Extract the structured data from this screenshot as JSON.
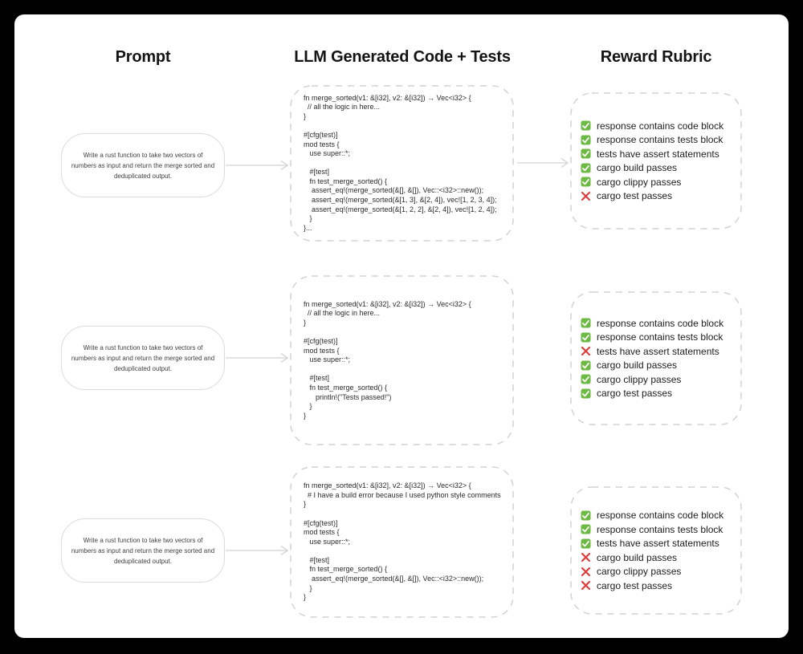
{
  "headers": {
    "prompt": "Prompt",
    "code": "LLM Generated Code + Tests",
    "rubric": "Reward Rubric"
  },
  "colors": {
    "check_green": "#6cb944",
    "cross_red": "#e03c3c",
    "box_border_gray": "#dcdcdc",
    "dashed_gray": "#d2d2d2",
    "arrow_gray": "#d3d3d3",
    "card_background": "#ffffff",
    "page_background": "#000000"
  },
  "rows": [
    {
      "prompt": {
        "text": "Write a rust function to take two vectors of\nnumbers as input and return the merge sorted and\ndeduplicated output."
      },
      "code": "fn merge_sorted(v1: &[i32], v2: &[i32]) → Vec<i32> {\n  // all the logic in here...\n}\n\n#[cfg(test)]\nmod tests {\n   use super::*;\n\n   #[test]\n   fn test_merge_sorted() {\n    assert_eq!(merge_sorted(&[], &[]), Vec::<i32>::new());\n    assert_eq!(merge_sorted(&[1, 3], &[2, 4]), vec![1, 2, 3, 4]);\n    assert_eq!(merge_sorted(&[1, 2, 2], &[2, 4]), vec![1, 2, 4]);\n   }\n}...",
      "rubric": {
        "items": [
          {
            "status": "pass",
            "label": "response contains code block"
          },
          {
            "status": "pass",
            "label": "response contains tests block"
          },
          {
            "status": "pass",
            "label": "tests have assert statements"
          },
          {
            "status": "pass",
            "label": "cargo build passes"
          },
          {
            "status": "pass",
            "label": "cargo clippy passes"
          },
          {
            "status": "fail",
            "label": "cargo test passes"
          }
        ]
      }
    },
    {
      "prompt": {
        "text": "Write a rust function to take two vectors of\nnumbers as input and return the merge sorted and\ndeduplicated output."
      },
      "code": "fn merge_sorted(v1: &[i32], v2: &[i32]) → Vec<i32> {\n  // all the logic in here...\n}\n\n#[cfg(test)]\nmod tests {\n   use super::*;\n\n   #[test]\n   fn test_merge_sorted() {\n      println!(\"Tests passed!\")\n   }\n}",
      "rubric": {
        "items": [
          {
            "status": "pass",
            "label": "response contains code block"
          },
          {
            "status": "pass",
            "label": "response contains tests block"
          },
          {
            "status": "fail",
            "label": "tests have assert statements"
          },
          {
            "status": "pass",
            "label": "cargo build passes"
          },
          {
            "status": "pass",
            "label": "cargo clippy passes"
          },
          {
            "status": "pass",
            "label": "cargo test passes"
          }
        ]
      }
    },
    {
      "prompt": {
        "text": "Write a rust function to take two vectors of\nnumbers as input and return the merge sorted and\ndeduplicated output."
      },
      "code": "fn merge_sorted(v1: &[i32], v2: &[i32]) → Vec<i32> {\n  # I have a build error because I used python style comments\n}\n\n#[cfg(test)]\nmod tests {\n   use super::*;\n\n   #[test]\n   fn test_merge_sorted() {\n    assert_eq!(merge_sorted(&[], &[]), Vec::<i32>::new());\n   }\n}",
      "rubric": {
        "items": [
          {
            "status": "pass",
            "label": "response contains code block"
          },
          {
            "status": "pass",
            "label": "response contains tests block"
          },
          {
            "status": "pass",
            "label": "tests have assert statements"
          },
          {
            "status": "fail",
            "label": "cargo build passes"
          },
          {
            "status": "fail",
            "label": "cargo clippy passes"
          },
          {
            "status": "fail",
            "label": "cargo test passes"
          }
        ]
      }
    }
  ]
}
